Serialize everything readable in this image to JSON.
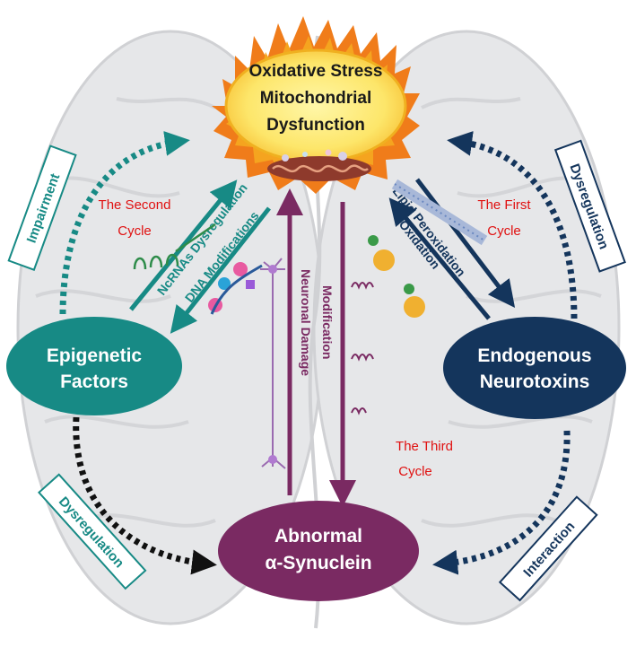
{
  "center": {
    "line1": "Oxidative Stress",
    "line2": "Mitochondrial",
    "line3": "Dysfunction"
  },
  "nodes": {
    "epigenetic": {
      "line1": "Epigenetic",
      "line2": "Factors",
      "color": "#178a85"
    },
    "neurotoxins": {
      "line1": "Endogenous",
      "line2": "Neurotoxins",
      "color": "#14355c"
    },
    "synuclein": {
      "line1": "Abnormal",
      "line2": "α-Synuclein",
      "color": "#7a2a62"
    }
  },
  "cycles": {
    "second": {
      "line1": "The Second",
      "line2": "Cycle"
    },
    "first": {
      "line1": "The First",
      "line2": "Cycle"
    },
    "third": {
      "line1": "The Third",
      "line2": "Cycle"
    },
    "color": "#e01010"
  },
  "arrow_labels": {
    "ncrna": "NcRNAs Dysregulation",
    "dna": "DNA Modifications",
    "lipid": "Lipid Peroxidation",
    "oxidation": "Oxidation",
    "modification": "Modification",
    "neuronal": "Neuronal Damage"
  },
  "side_boxes": {
    "impairment": "Impairment",
    "dysregulation_top": "Dysregulation",
    "dysregulation_bottom": "Dysregulation",
    "interaction": "Interaction"
  },
  "colors": {
    "teal": "#178a85",
    "navy": "#14355c",
    "purple": "#7a2a62",
    "black": "#111111",
    "brain": "#e3e4e6"
  }
}
